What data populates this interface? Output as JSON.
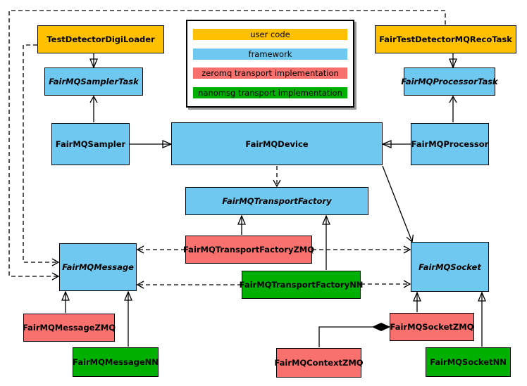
{
  "legend": {
    "items": [
      {
        "label": "user code",
        "color": "#FFC000",
        "category": "user-code"
      },
      {
        "label": "framework",
        "color": "#6EC8F0",
        "category": "framework"
      },
      {
        "label": "zeromq transport implementation",
        "color": "#F9716E",
        "category": "zeromq"
      },
      {
        "label": "nanomsg transport implementation",
        "color": "#00B000",
        "category": "nanomsg"
      }
    ]
  },
  "colors": {
    "user_code": "#FFC000",
    "framework": "#6EC8F0",
    "zeromq": "#F9716E",
    "nanomsg": "#00B000",
    "outline": "#000000",
    "background": "#FFFFFF",
    "legend_shadow": "#9A9A9A"
  },
  "nodes": {
    "testDetectorDigiLoader": {
      "label": "TestDetectorDigiLoader",
      "category": "user-code",
      "abstract": false
    },
    "fairTestDetectorMQRecoTask": {
      "label": "FairTestDetectorMQRecoTask",
      "category": "user-code",
      "abstract": false
    },
    "fairMQSamplerTask": {
      "label": "FairMQSamplerTask",
      "category": "framework",
      "abstract": true
    },
    "fairMQProcessorTask": {
      "label": "FairMQProcessorTask",
      "category": "framework",
      "abstract": true
    },
    "fairMQSampler": {
      "label": "FairMQSampler",
      "category": "framework",
      "abstract": false
    },
    "fairMQDevice": {
      "label": "FairMQDevice",
      "category": "framework",
      "abstract": false
    },
    "fairMQProcessor": {
      "label": "FairMQProcessor",
      "category": "framework",
      "abstract": false
    },
    "fairMQTransportFactory": {
      "label": "FairMQTransportFactory",
      "category": "framework",
      "abstract": true
    },
    "fairMQTransportFactoryZMQ": {
      "label": "FairMQTransportFactoryZMQ",
      "category": "zeromq",
      "abstract": false
    },
    "fairMQTransportFactoryNN": {
      "label": "FairMQTransportFactoryNN",
      "category": "nanomsg",
      "abstract": false
    },
    "fairMQMessage": {
      "label": "FairMQMessage",
      "category": "framework",
      "abstract": true
    },
    "fairMQSocket": {
      "label": "FairMQSocket",
      "category": "framework",
      "abstract": true
    },
    "fairMQMessageZMQ": {
      "label": "FairMQMessageZMQ",
      "category": "zeromq",
      "abstract": false
    },
    "fairMQMessageNN": {
      "label": "FairMQMessageNN",
      "category": "nanomsg",
      "abstract": false
    },
    "fairMQSocketZMQ": {
      "label": "FairMQSocketZMQ",
      "category": "zeromq",
      "abstract": false
    },
    "fairMQSocketNN": {
      "label": "FairMQSocketNN",
      "category": "nanomsg",
      "abstract": false
    },
    "fairMQContextZMQ": {
      "label": "FairMQContextZMQ",
      "category": "zeromq",
      "abstract": false
    }
  },
  "edges": [
    {
      "from": "TestDetectorDigiLoader",
      "to": "FairMQSamplerTask",
      "type": "inheritance",
      "style": "solid"
    },
    {
      "from": "FairTestDetectorMQRecoTask",
      "to": "FairMQProcessorTask",
      "type": "inheritance",
      "style": "solid"
    },
    {
      "from": "FairMQSampler",
      "to": "FairMQDevice",
      "type": "inheritance",
      "style": "solid"
    },
    {
      "from": "FairMQProcessor",
      "to": "FairMQDevice",
      "type": "inheritance",
      "style": "solid"
    },
    {
      "from": "FairMQSampler",
      "to": "FairMQSamplerTask",
      "type": "association",
      "style": "solid"
    },
    {
      "from": "FairMQProcessor",
      "to": "FairMQProcessorTask",
      "type": "association",
      "style": "solid"
    },
    {
      "from": "FairMQDevice",
      "to": "FairMQTransportFactory",
      "type": "dependency",
      "style": "dashed"
    },
    {
      "from": "FairMQDevice",
      "to": "FairMQSocket",
      "type": "association",
      "style": "solid"
    },
    {
      "from": "FairMQTransportFactoryZMQ",
      "to": "FairMQTransportFactory",
      "type": "inheritance",
      "style": "solid"
    },
    {
      "from": "FairMQTransportFactoryNN",
      "to": "FairMQTransportFactory",
      "type": "inheritance",
      "style": "solid"
    },
    {
      "from": "FairMQTransportFactoryZMQ",
      "to": "FairMQMessage",
      "type": "dependency",
      "style": "dashed"
    },
    {
      "from": "FairMQTransportFactoryZMQ",
      "to": "FairMQSocket",
      "type": "dependency",
      "style": "dashed"
    },
    {
      "from": "FairMQTransportFactoryNN",
      "to": "FairMQMessage",
      "type": "dependency",
      "style": "dashed"
    },
    {
      "from": "FairMQTransportFactoryNN",
      "to": "FairMQSocket",
      "type": "dependency",
      "style": "dashed"
    },
    {
      "from": "TestDetectorDigiLoader",
      "to": "FairMQMessage",
      "type": "dependency",
      "style": "dashed"
    },
    {
      "from": "FairTestDetectorMQRecoTask",
      "to": "FairMQMessage",
      "type": "dependency",
      "style": "dashed"
    },
    {
      "from": "FairMQMessageZMQ",
      "to": "FairMQMessage",
      "type": "inheritance",
      "style": "solid"
    },
    {
      "from": "FairMQMessageNN",
      "to": "FairMQMessage",
      "type": "inheritance",
      "style": "solid"
    },
    {
      "from": "FairMQSocketZMQ",
      "to": "FairMQSocket",
      "type": "inheritance",
      "style": "solid"
    },
    {
      "from": "FairMQSocketNN",
      "to": "FairMQSocket",
      "type": "inheritance",
      "style": "solid"
    },
    {
      "from": "FairMQContextZMQ",
      "to": "FairMQSocketZMQ",
      "type": "composition",
      "style": "solid"
    }
  ]
}
